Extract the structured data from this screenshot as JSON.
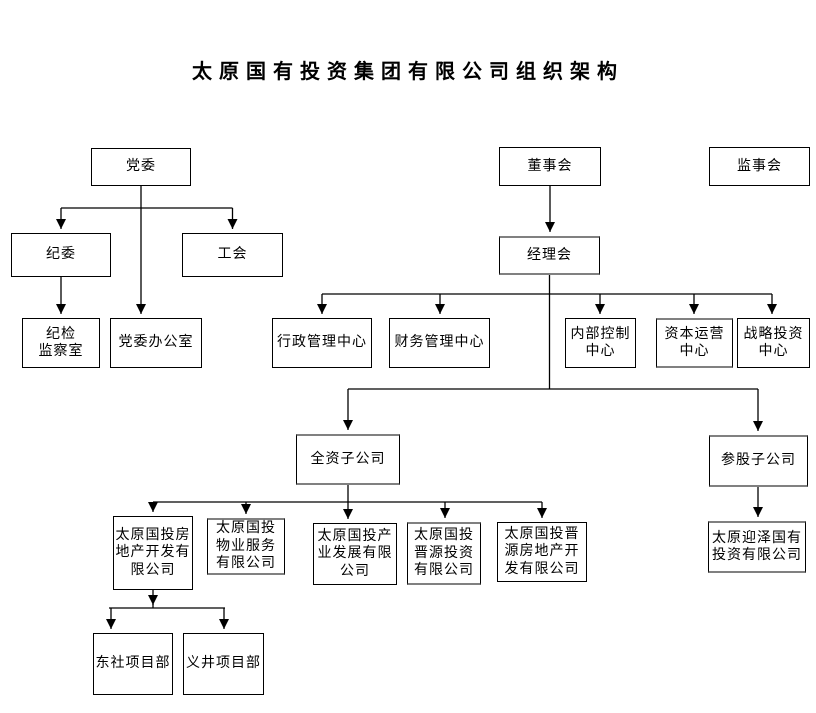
{
  "title": "太原国有投资集团有限公司组织架构",
  "nodes": {
    "party_committee": "党委",
    "board_of_directors": "董事会",
    "supervisory_board": "监事会",
    "discipline_committee": "纪委",
    "labor_union": "工会",
    "managers_meeting": "经理会",
    "discipline_inspection_office": "纪检\n监察室",
    "party_committee_office": "党委办公室",
    "admin_center": "行政管理中心",
    "finance_center": "财务管理中心",
    "internal_control_center": "内部控制\n中心",
    "capital_operation_center": "资本运营\n中心",
    "strategic_investment_center": "战略投资\n中心",
    "wholly_owned_subsidiaries": "全资子公司",
    "equity_subsidiaries": "参股子公司",
    "real_estate_co": "太原国投房\n地产开发有\n限公司",
    "property_service_co": "太原国投\n物业服务\n有限公司",
    "industry_development_co": "太原国投产\n业发展有限\n公司",
    "jinyuan_investment_co": "太原国投\n晋源投资\n有限公司",
    "jinyuan_real_estate_co": "太原国投晋\n源房地产开\n发有限公司",
    "yingze_investment_co": "太原迎泽国有\n投资有限公司",
    "dongshe_project_dept": "东社项目部",
    "yijing_project_dept": "义井项目部"
  },
  "edges": [
    [
      "party_committee",
      "discipline_committee"
    ],
    [
      "party_committee",
      "labor_union"
    ],
    [
      "party_committee",
      "party_committee_office"
    ],
    [
      "discipline_committee",
      "discipline_inspection_office"
    ],
    [
      "board_of_directors",
      "managers_meeting"
    ],
    [
      "managers_meeting",
      "admin_center"
    ],
    [
      "managers_meeting",
      "finance_center"
    ],
    [
      "managers_meeting",
      "internal_control_center"
    ],
    [
      "managers_meeting",
      "capital_operation_center"
    ],
    [
      "managers_meeting",
      "strategic_investment_center"
    ],
    [
      "managers_meeting",
      "wholly_owned_subsidiaries"
    ],
    [
      "managers_meeting",
      "equity_subsidiaries"
    ],
    [
      "wholly_owned_subsidiaries",
      "real_estate_co"
    ],
    [
      "wholly_owned_subsidiaries",
      "property_service_co"
    ],
    [
      "wholly_owned_subsidiaries",
      "industry_development_co"
    ],
    [
      "wholly_owned_subsidiaries",
      "jinyuan_investment_co"
    ],
    [
      "wholly_owned_subsidiaries",
      "jinyuan_real_estate_co"
    ],
    [
      "equity_subsidiaries",
      "yingze_investment_co"
    ],
    [
      "real_estate_co",
      "dongshe_project_dept"
    ],
    [
      "real_estate_co",
      "yijing_project_dept"
    ]
  ],
  "colors": {
    "background": "#ffffff",
    "line": "#000000",
    "box_border": "#000000",
    "thick_box_border": "#808080",
    "text": "#000000"
  }
}
